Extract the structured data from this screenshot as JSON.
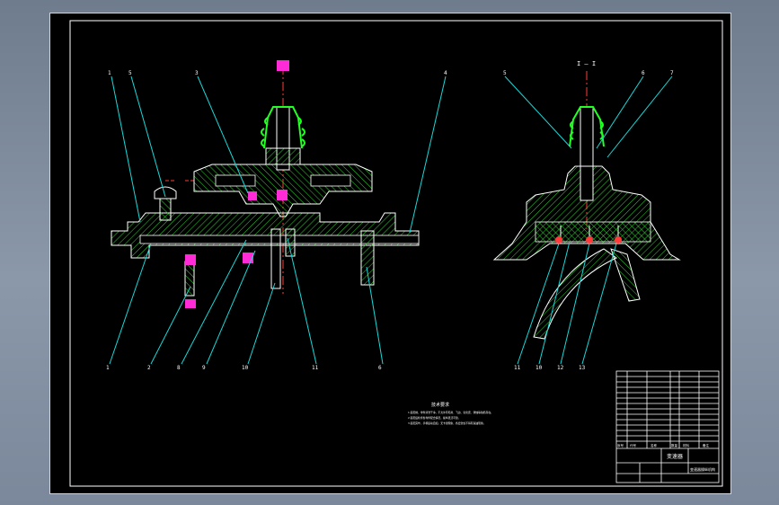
{
  "drawing": {
    "view_label": "I — I",
    "notes_title": "技术要求",
    "notes": [
      "1.装配前，零件清洗干净，不允许有毛刺、飞边、氧化皮、锈蚀等缺陷存在。",
      "2.装配后检查各零件配合情况，操纵灵活可靠。",
      "3.装配完毕，手柄运动自如，无卡滞现象，各密封处不得有漏油现象。"
    ],
    "left_view_callouts_top": [
      "1",
      "5",
      "3",
      "4"
    ],
    "left_view_callouts_bottom": [
      "1",
      "2",
      "8",
      "9",
      "10",
      "11",
      "6"
    ],
    "right_view_callouts_top": [
      "5",
      "6",
      "7"
    ],
    "right_view_callouts_bottom": [
      "11",
      "10",
      "12",
      "13"
    ],
    "title_block": {
      "drawing_name": "变速器",
      "drawing_subtitle": "变速器操纵机构",
      "columns": [
        "序号",
        "代号",
        "名称",
        "数量",
        "材料",
        "备注"
      ]
    },
    "colors": {
      "outline": "#ffffff",
      "hatch": "#2fd02f",
      "leader": "#19d8d8",
      "centerline": "#ff3a3a",
      "marker": "#ff2bd6",
      "seal": "#22ff22"
    }
  }
}
